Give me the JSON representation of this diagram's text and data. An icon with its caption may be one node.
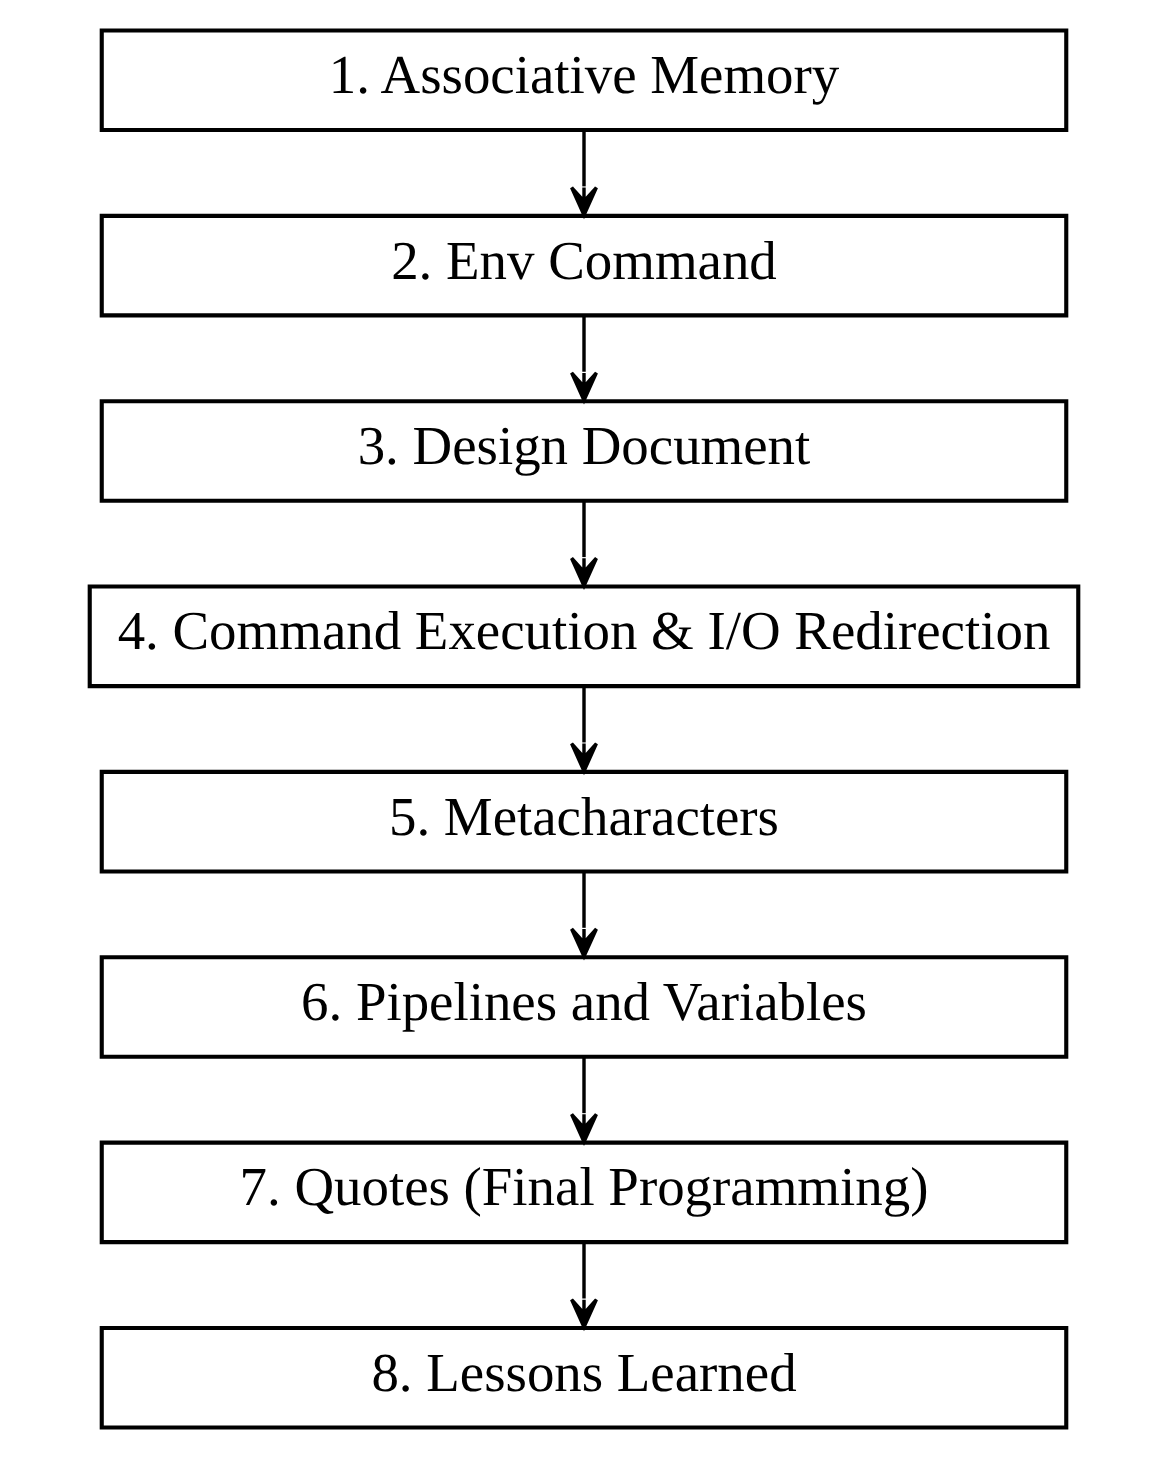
{
  "diagram": {
    "nodes": [
      {
        "text": [
          "1. Associative Memory"
        ]
      },
      {
        "text": [
          "2. Env Command"
        ]
      },
      {
        "text": [
          "3. Design Document"
        ]
      },
      {
        "text": [
          "4. Command Execution & I/O Redirection"
        ]
      },
      {
        "text": [
          "5. Metacharacters"
        ]
      },
      {
        "text": [
          "6. Pipelines and Variables"
        ]
      },
      {
        "text": [
          "7. Quotes (Final Programming)"
        ]
      },
      {
        "text": [
          "8. Lessons Learned"
        ]
      }
    ],
    "edges": [
      {
        "from": 0,
        "to": 1,
        "arrow": "to"
      },
      {
        "from": 1,
        "to": 2,
        "arrow": "to"
      },
      {
        "from": 2,
        "to": 3,
        "arrow": "to"
      },
      {
        "from": 3,
        "to": 4,
        "arrow": "to"
      },
      {
        "from": 4,
        "to": 5,
        "arrow": "to"
      },
      {
        "from": 5,
        "to": 6,
        "arrow": "to"
      },
      {
        "from": 6,
        "to": 7,
        "arrow": "to"
      }
    ]
  }
}
